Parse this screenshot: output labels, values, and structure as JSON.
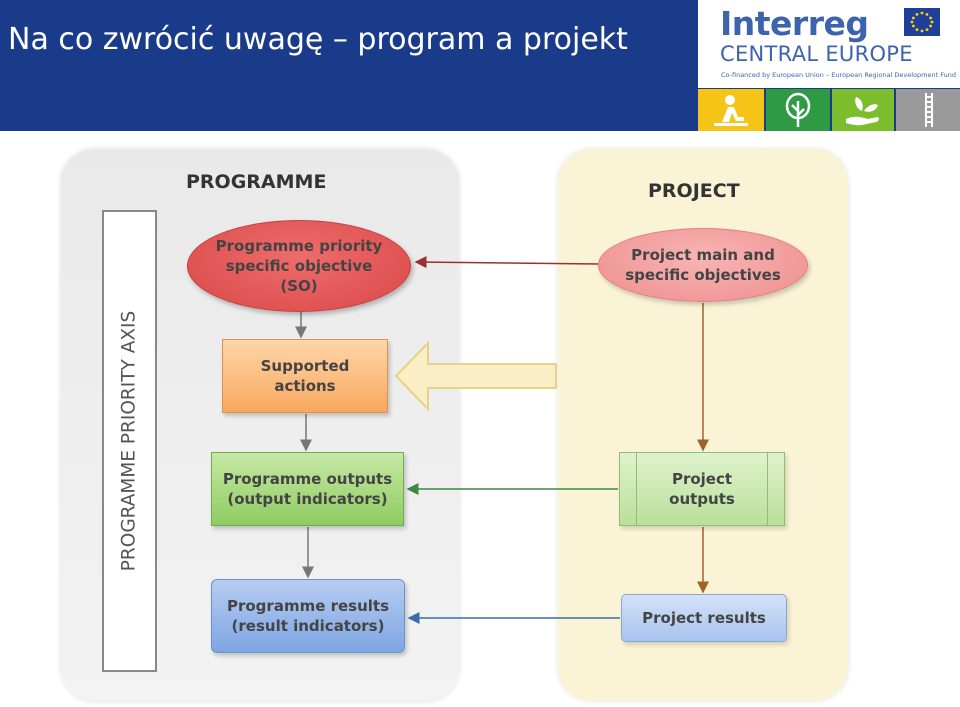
{
  "slide": {
    "title": "Na co zwrócić uwagę – program a projekt"
  },
  "logo": {
    "name": "Interreg",
    "subtitle": "CENTRAL EUROPE",
    "cofinancing": "Co-financed by European Union – European Regional Development Fund"
  },
  "icons": [
    "person-icon",
    "tree-icon",
    "plant-hand-icon",
    "ladder-icon"
  ],
  "colors": {
    "header": "#1a3a8a",
    "programme_panel": "#eeeeee",
    "project_panel": "#fbf3d6",
    "objective": "#e05a5a",
    "actions": "#f8a860",
    "outputs": "#8fcc62",
    "results": "#7ea5e3"
  },
  "diagram": {
    "programme": {
      "heading": "PROGRAMME",
      "axis_label": "PROGRAMME PRIORITY AXIS",
      "objective": "Programme priority specific objective (SO)",
      "actions": "Supported actions",
      "outputs": "Programme outputs (output indicators)",
      "results": "Programme results (result indicators)"
    },
    "project": {
      "heading": "PROJECT",
      "objectives": "Project main and specific objectives",
      "outputs": "Project outputs",
      "results": "Project results"
    }
  }
}
